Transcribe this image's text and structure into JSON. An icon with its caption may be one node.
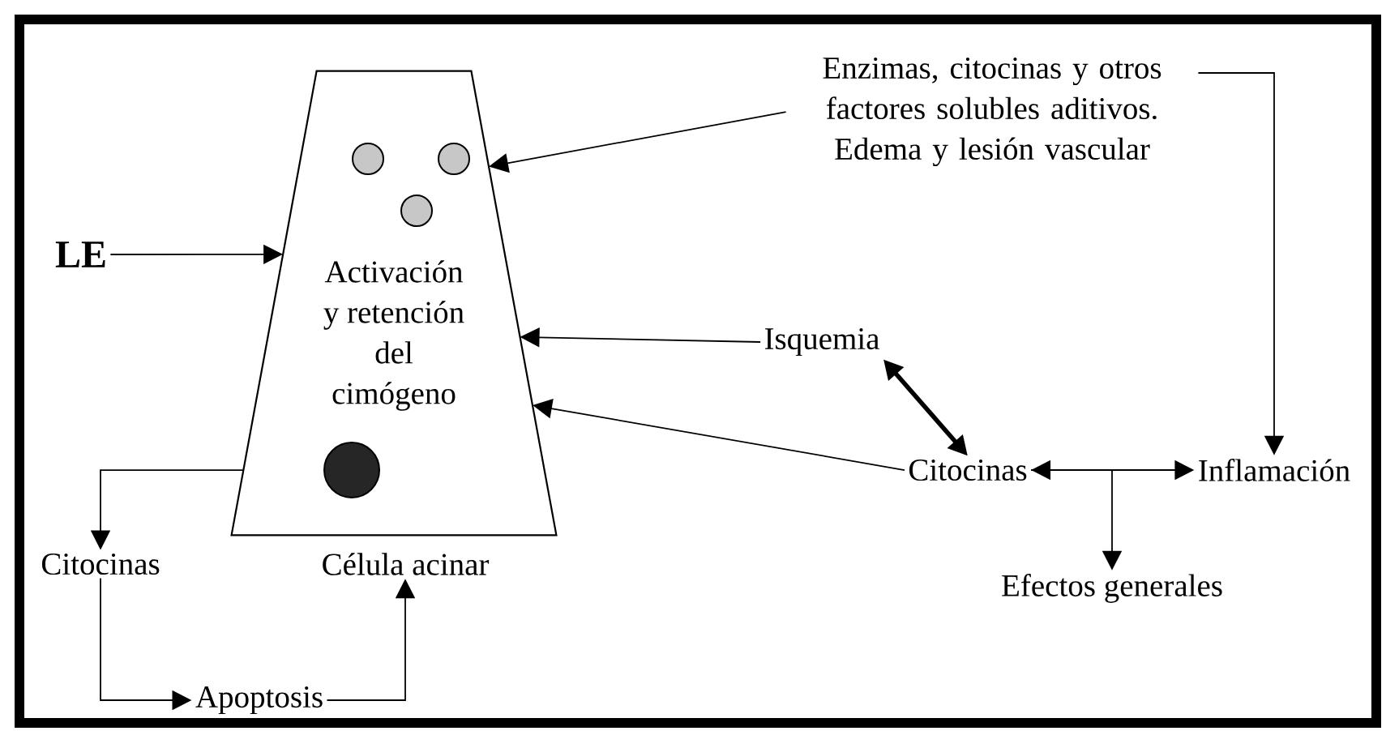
{
  "diagram": {
    "nodes": [
      {
        "text": [
          "Activación y retención del cimógeno"
        ],
        "beside": [
          "Célula acinar"
        ]
      },
      {
        "text": [
          "LE"
        ]
      },
      {
        "text": [
          "Enzimas, citocinas y otros factores solubles aditivos. Edema y lesión vascular"
        ]
      },
      {
        "text": [
          "Isquemia"
        ]
      },
      {
        "text": [
          "Citocinas"
        ]
      },
      {
        "text": [
          "Inflamación"
        ]
      },
      {
        "text": [
          "Efectos generales"
        ]
      },
      {
        "text": [
          "Citocinas"
        ]
      },
      {
        "text": [
          "Apoptosis"
        ]
      }
    ],
    "edges": [
      {
        "from": 1,
        "to": 0,
        "arrow": "to"
      },
      {
        "from": 2,
        "to": 0,
        "arrow": "to"
      },
      {
        "from": 3,
        "to": 0,
        "arrow": "to"
      },
      {
        "from": 4,
        "to": 0,
        "arrow": "to"
      },
      {
        "from": 3,
        "to": 4,
        "arrow": "both",
        "style": "thick"
      },
      {
        "from": 2,
        "to": 5,
        "arrow": "to"
      },
      {
        "from": 4,
        "to": 5,
        "arrow": "both"
      },
      {
        "from": 4,
        "to": 6,
        "arrow": "to"
      },
      {
        "from": 0,
        "to": 7,
        "arrow": "to"
      },
      {
        "from": 7,
        "to": 8,
        "arrow": "to"
      },
      {
        "from": 8,
        "to": 0,
        "arrow": "to"
      }
    ]
  }
}
